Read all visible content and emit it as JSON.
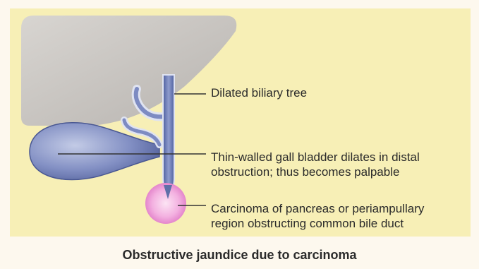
{
  "labels": {
    "biliary_tree": "Dilated biliary tree",
    "gall_bladder_line1": "Thin-walled gall bladder dilates in distal",
    "gall_bladder_line2": "obstruction; thus becomes palpable",
    "carcinoma_line1": "Carcinoma of pancreas or periampullary",
    "carcinoma_line2": "region obstructing common bile duct"
  },
  "caption": "Obstructive jaundice due to carcinoma",
  "colors": {
    "background": "#f7efb6",
    "liver": "#c9c6c2",
    "duct_blue": "#5f6fa8",
    "duct_light": "#b5bedb",
    "gall_bladder": "#6d79b0",
    "tumor": "#ee9ad8",
    "leader_line": "#333333"
  }
}
